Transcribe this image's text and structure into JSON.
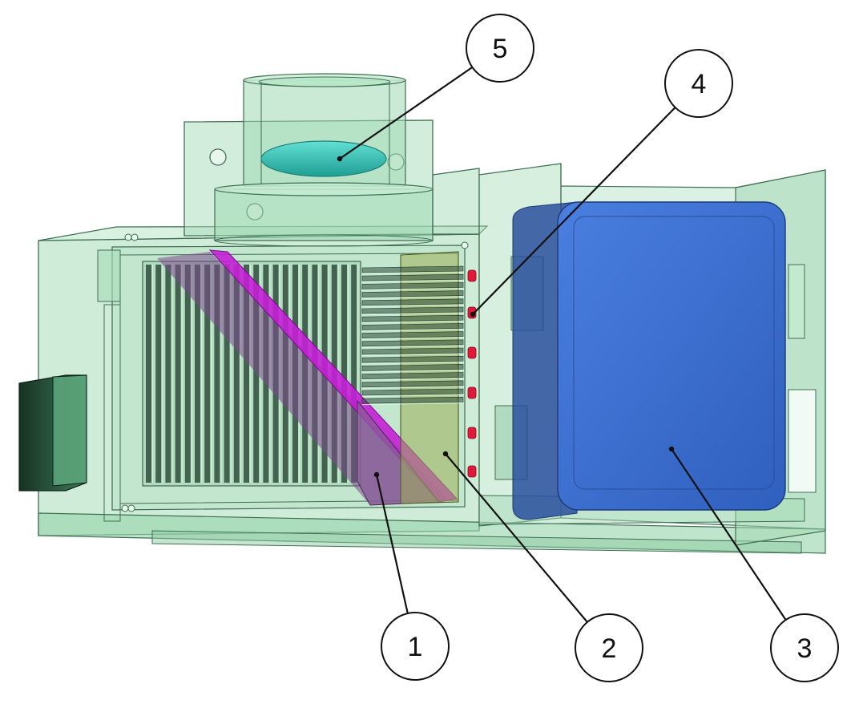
{
  "callouts": [
    {
      "id": "1",
      "label": "1"
    },
    {
      "id": "2",
      "label": "2"
    },
    {
      "id": "3",
      "label": "3"
    },
    {
      "id": "4",
      "label": "4"
    },
    {
      "id": "5",
      "label": "5"
    }
  ],
  "colors": {
    "housing_fill": "#a6dcb8",
    "housing_stroke": "#3f6f52",
    "heatsink_dark": "#1f3a2b",
    "mirror_magenta": "#c51fd6",
    "filter_purple": "#8a5c9a",
    "panel_olive": "#9fae5a",
    "led_red": "#e0183a",
    "lens_teal": "#2fbfb3",
    "battery_blue": "#3c6fd0",
    "battery_blue_dark": "#2a4f9e",
    "leader_line": "#111111"
  }
}
